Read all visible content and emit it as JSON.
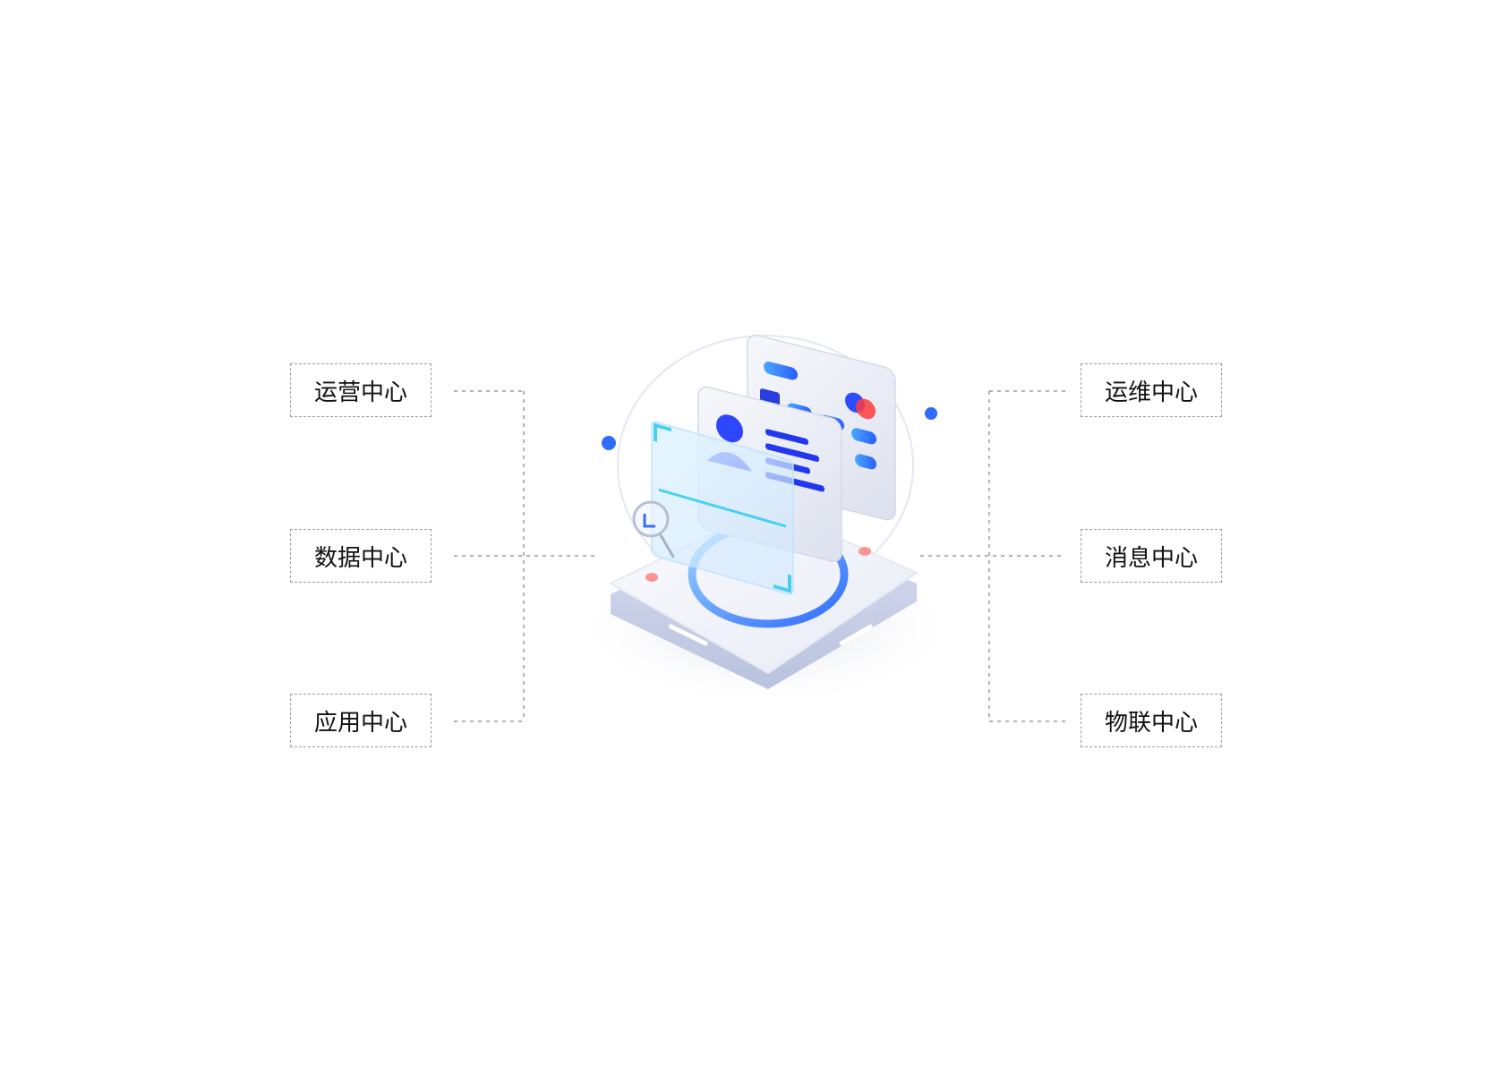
{
  "diagram": {
    "left_nodes": [
      {
        "label": "运营中心"
      },
      {
        "label": "数据中心"
      },
      {
        "label": "应用中心"
      }
    ],
    "right_nodes": [
      {
        "label": "运维中心"
      },
      {
        "label": "消息中心"
      },
      {
        "label": "物联中心"
      }
    ],
    "colors": {
      "connector": "#9a9a9a",
      "node_border": "#9a9a9a",
      "text": "#111111",
      "accent_blue": "#2f5bff",
      "accent_cyan": "#4fd6f0",
      "accent_red": "#ff3b3b"
    },
    "center_icon": "identity-card-scanner-illustration"
  }
}
